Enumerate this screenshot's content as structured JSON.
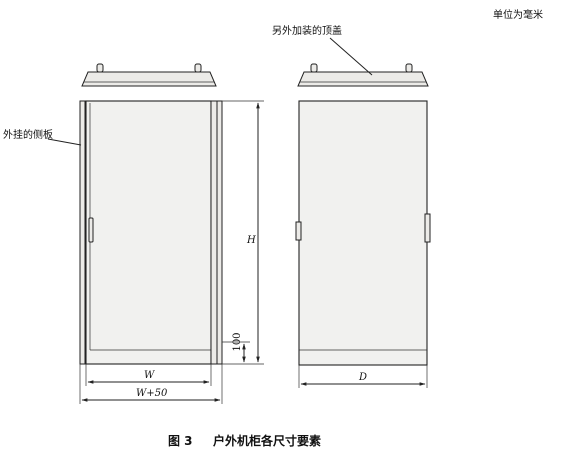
{
  "unit_label": "单位为毫米",
  "roof_label": "另外加装的顶盖",
  "side_panel_label": "外挂的侧板",
  "dimensions": {
    "height": "H",
    "base_height": "100",
    "width": "W",
    "width_plus": "W+50",
    "depth": "D"
  },
  "caption": {
    "figure_number": "图 3",
    "title": "户外机柜各尺寸要素"
  }
}
